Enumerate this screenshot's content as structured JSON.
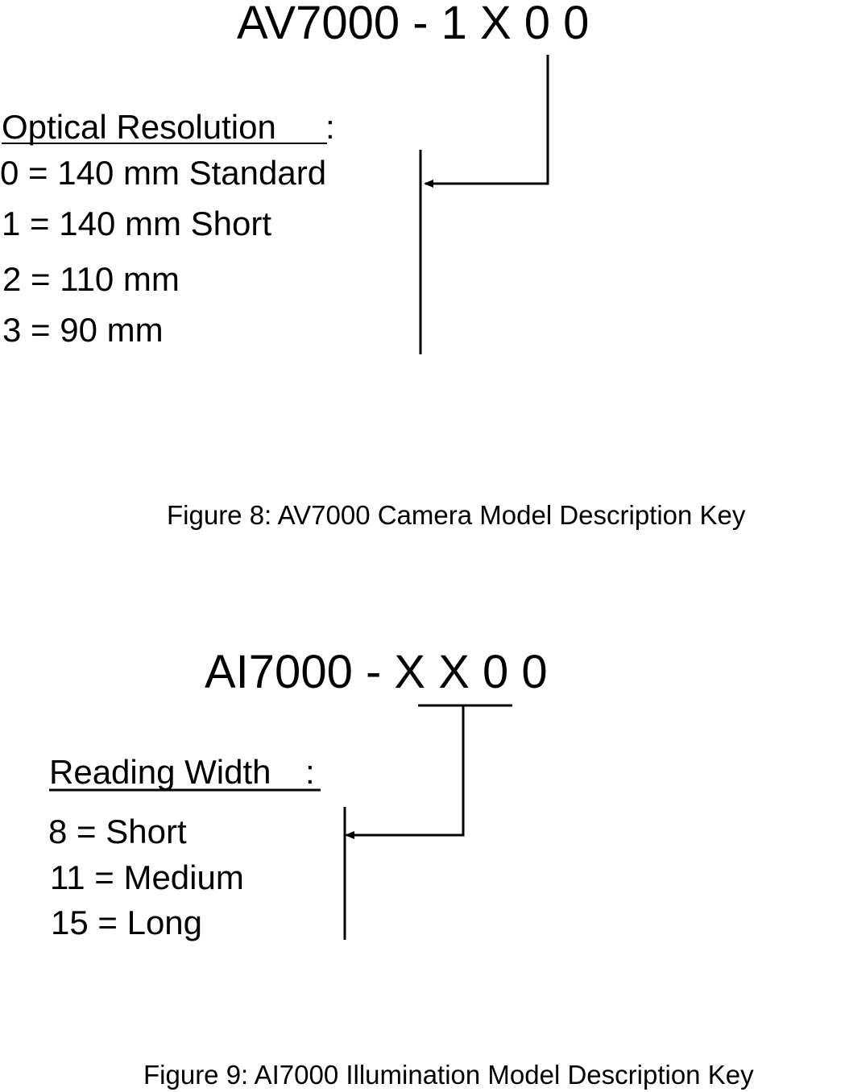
{
  "figure_av7000": {
    "model_code": "AV7000 - 1 X 0 0",
    "heading": "Optical Resolution",
    "heading_colon": ":",
    "options": [
      "0 = 140 mm Standard",
      "1 = 140 mm Short",
      "2 = 110 mm",
      "3 = 90 mm"
    ],
    "caption": "Figure  8: AV7000 Camera Model Description Key"
  },
  "figure_ai7000": {
    "model_prefix": "AI7000 -",
    "model_selected": "X X",
    "model_suffix": "0 0",
    "heading": "Reading Width",
    "heading_colon": ":",
    "options": [
      "8 = Short",
      "11 = Medium",
      "15 = Long"
    ],
    "caption": "Figure  9: AI7000 Illumination Model Description Key"
  }
}
